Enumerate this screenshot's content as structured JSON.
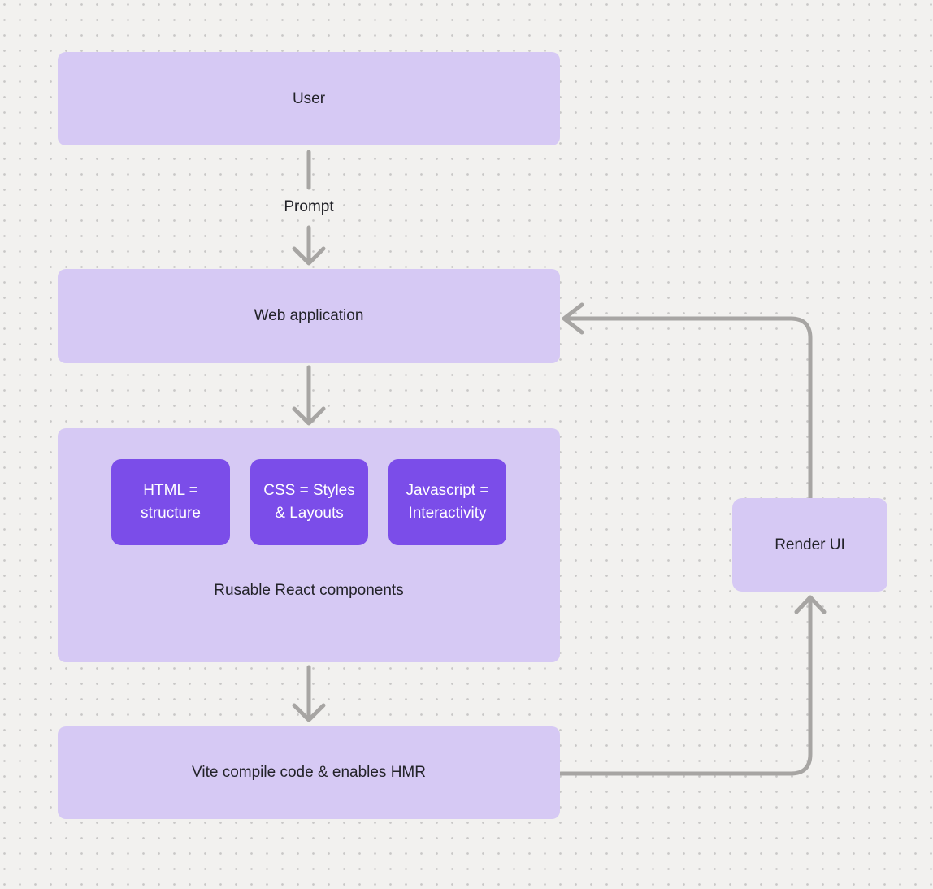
{
  "diagram": {
    "nodes": {
      "user": {
        "label": "User"
      },
      "web_application": {
        "label": "Web application"
      },
      "components_group": {
        "caption": "Rusable React components",
        "items": [
          {
            "line1": "HTML =",
            "line2": "structure"
          },
          {
            "line1": "CSS = Styles",
            "line2": "& Layouts"
          },
          {
            "line1": "Javascript =",
            "line2": "Interactivity"
          }
        ]
      },
      "vite": {
        "label": "Vite compile code & enables HMR"
      },
      "render_ui": {
        "label": "Render UI"
      }
    },
    "edges": {
      "prompt_label": "Prompt"
    },
    "colors": {
      "background": "#f2f1ef",
      "grid_dot": "#c8c7c6",
      "node_fill_light": "#d6c9f4",
      "node_fill_dark": "#7b4de9",
      "connector": "#a7a5a3",
      "text_dark": "#232329",
      "text_light": "#ffffff"
    }
  }
}
